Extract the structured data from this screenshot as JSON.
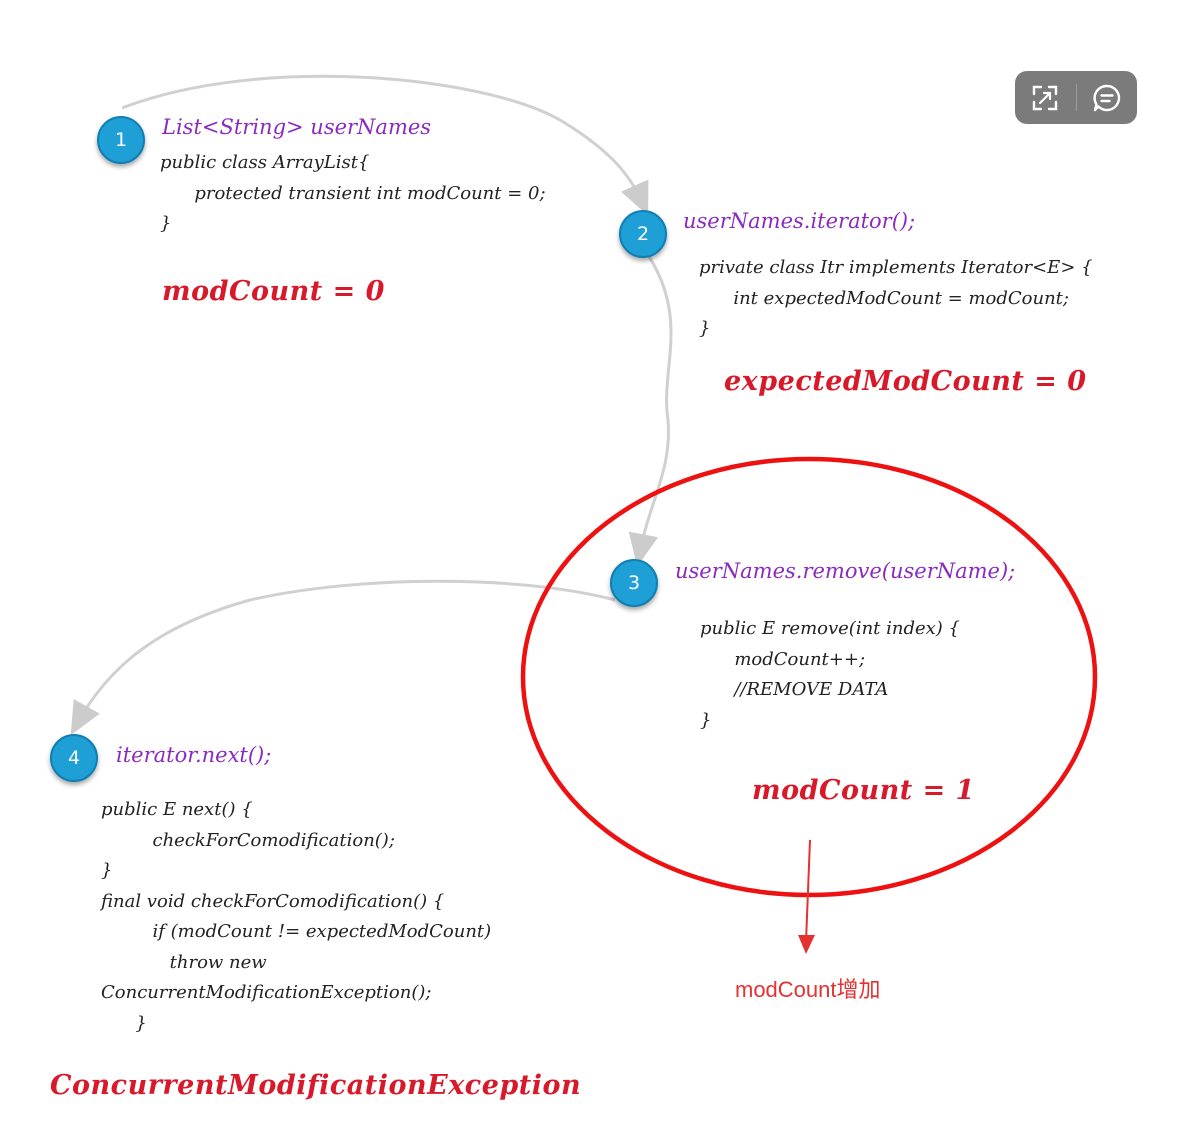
{
  "steps": [
    {
      "number": "1",
      "call": "List<String> userNames",
      "code": [
        "public class ArrayList{",
        "      protected transient int modCount = 0;",
        "}"
      ],
      "value": "modCount = 0"
    },
    {
      "number": "2",
      "call": "userNames.iterator();",
      "code": [
        "private class Itr implements Iterator<E> {",
        "      int expectedModCount = modCount;",
        "}"
      ],
      "value": "expectedModCount = 0"
    },
    {
      "number": "3",
      "call": "userNames.remove(userName);",
      "code": [
        "public E remove(int index) {",
        "      modCount++;",
        "      //REMOVE DATA",
        "}"
      ],
      "value": "modCount = 1"
    },
    {
      "number": "4",
      "call": "iterator.next();",
      "code": [
        "public E next() {",
        "         checkForComodification();",
        "}",
        "final void checkForComodification() {",
        "         if (modCount != expectedModCount)",
        "            throw new",
        "ConcurrentModificationException();",
        "      }"
      ],
      "value": "ConcurrentModificationException"
    }
  ],
  "annotation": {
    "text": "modCount增加",
    "color": "#e5312f"
  },
  "toolbar": {
    "buttons": [
      "expand-icon",
      "comment-icon"
    ],
    "background": "#7b7b7b"
  },
  "colors": {
    "badge": "#1e9fd6",
    "call_text": "#8a2bbf",
    "value_text": "#d8192a",
    "highlight_ellipse": "#ee1111",
    "connector": "#cccccc"
  }
}
